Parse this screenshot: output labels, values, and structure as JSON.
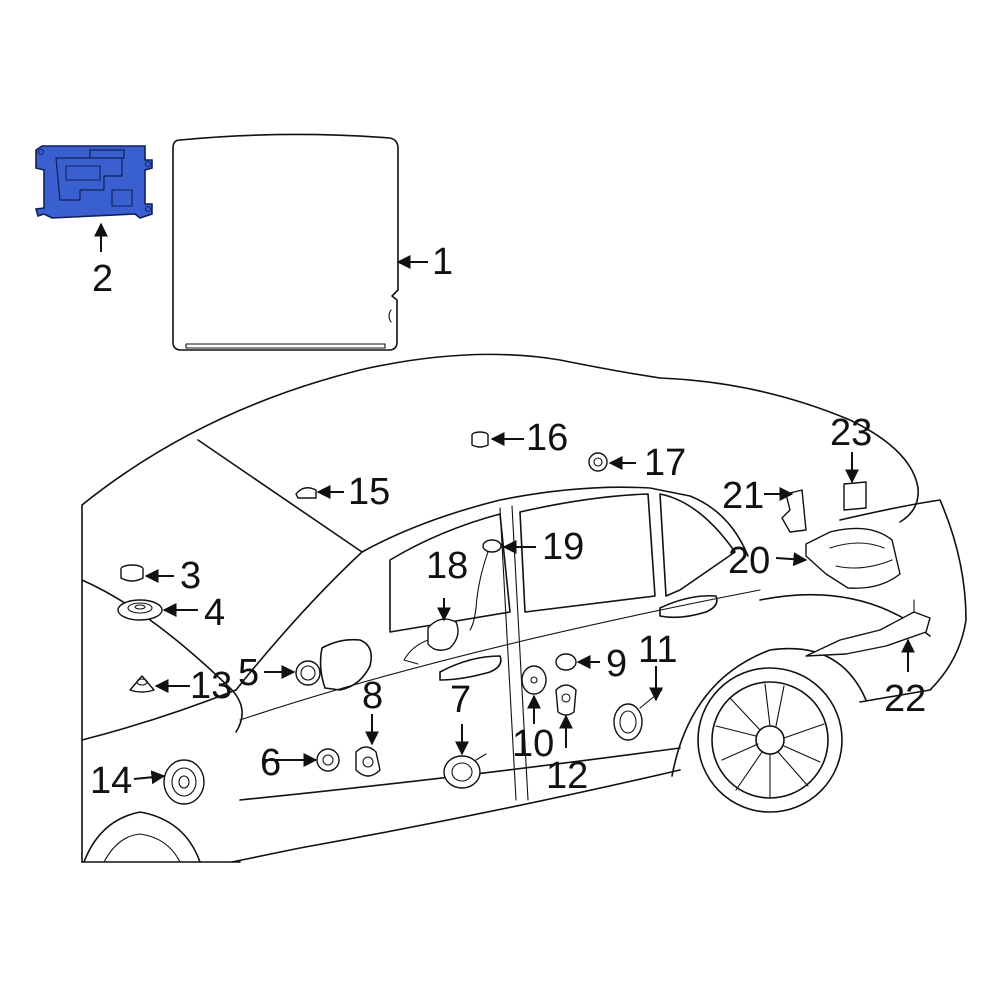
{
  "colors": {
    "line": "#111111",
    "highlight": "#3a5fcf",
    "background": "#ffffff"
  },
  "callouts": [
    {
      "id": "1",
      "label": "1"
    },
    {
      "id": "2",
      "label": "2"
    },
    {
      "id": "3",
      "label": "3"
    },
    {
      "id": "4",
      "label": "4"
    },
    {
      "id": "5",
      "label": "5"
    },
    {
      "id": "6",
      "label": "6"
    },
    {
      "id": "7",
      "label": "7"
    },
    {
      "id": "8",
      "label": "8"
    },
    {
      "id": "9",
      "label": "9"
    },
    {
      "id": "10",
      "label": "10"
    },
    {
      "id": "11",
      "label": "11"
    },
    {
      "id": "12",
      "label": "12"
    },
    {
      "id": "13",
      "label": "13"
    },
    {
      "id": "14",
      "label": "14"
    },
    {
      "id": "15",
      "label": "15"
    },
    {
      "id": "16",
      "label": "16"
    },
    {
      "id": "17",
      "label": "17"
    },
    {
      "id": "18",
      "label": "18"
    },
    {
      "id": "19",
      "label": "19"
    },
    {
      "id": "20",
      "label": "20"
    },
    {
      "id": "21",
      "label": "21"
    },
    {
      "id": "22",
      "label": "22"
    },
    {
      "id": "23",
      "label": "23"
    }
  ]
}
